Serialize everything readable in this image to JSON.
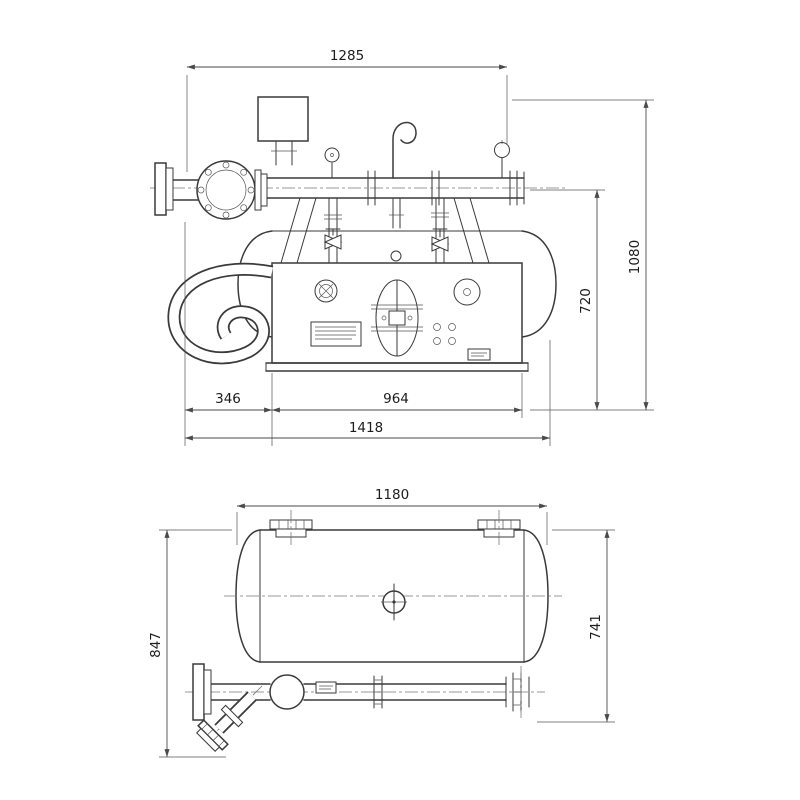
{
  "drawing": {
    "type": "technical-dimension-drawing",
    "colors": {
      "line": "#3a3a3a",
      "dimension": "#4a4a4a",
      "background": "#ffffff"
    },
    "front_view": {
      "dims": {
        "top_width": "1285",
        "total_height": "1080",
        "body_height": "720",
        "left_offset": "346",
        "skid_width": "964",
        "overall_width": "1418"
      }
    },
    "plan_view": {
      "dims": {
        "top_width": "1180",
        "right_depth": "741",
        "left_depth": "847"
      }
    }
  }
}
